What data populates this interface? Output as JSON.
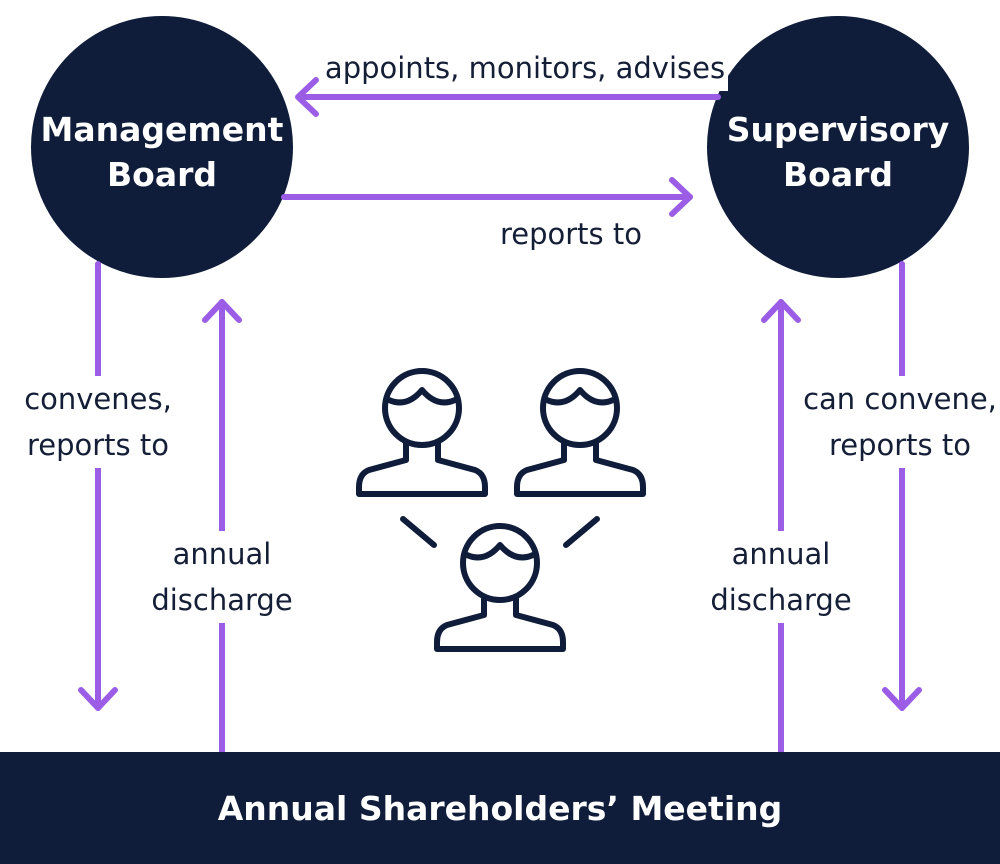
{
  "colors": {
    "navy": "#0f1c3a",
    "arrow": "#9b5de5",
    "text": "#141e36",
    "icon": "#0f1c3a"
  },
  "management_board": {
    "line1": "Management",
    "line2": "Board"
  },
  "supervisory_board": {
    "line1": "Supervisory",
    "line2": "Board"
  },
  "edges": {
    "appoints": "appoints, monitors, advises",
    "reports_to_top": "reports to",
    "left_convenes": {
      "line1": "convenes,",
      "line2": "reports to"
    },
    "left_discharge": {
      "line1": "annual",
      "line2": "discharge"
    },
    "right_convenes": {
      "line1": "can convene,",
      "line2": "reports to"
    },
    "right_discharge": {
      "line1": "annual",
      "line2": "discharge"
    }
  },
  "icons": [
    "shareholder-person-icon",
    "shareholder-person-icon",
    "shareholder-person-icon"
  ],
  "meeting": {
    "label": "Annual Shareholders’ Meeting"
  }
}
